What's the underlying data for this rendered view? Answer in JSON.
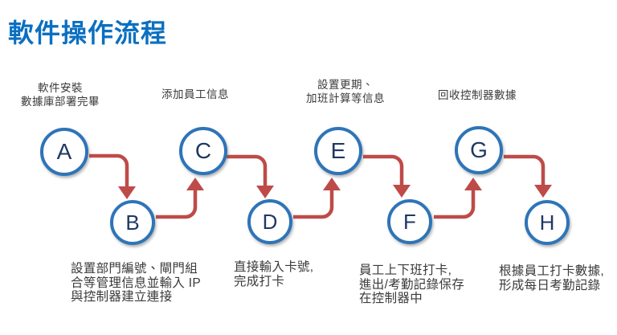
{
  "title": "軟件操作流程",
  "colors": {
    "title": "#0b6fc1",
    "circle_stroke": "#2e74b8",
    "circle_letter": "#1f3864",
    "arrow": "#be4b48",
    "label_text": "#3a3a3a",
    "background": "#ffffff"
  },
  "flow": {
    "steps": [
      {
        "letter": "A",
        "row": "top",
        "label_lines": [
          "軟件安裝",
          "數據庫部署完畢"
        ]
      },
      {
        "letter": "B",
        "row": "bottom",
        "label_lines": [
          "設置部門編號、閘門組",
          "合等管理信息並輸入 IP",
          "與控制器建立連接"
        ]
      },
      {
        "letter": "C",
        "row": "top",
        "label_lines": [
          "添加員工信息"
        ]
      },
      {
        "letter": "D",
        "row": "bottom",
        "label_lines": [
          "直接輸入卡號,",
          "完成打卡"
        ]
      },
      {
        "letter": "E",
        "row": "top",
        "label_lines": [
          "設置更期、",
          "加班計算等信息"
        ]
      },
      {
        "letter": "F",
        "row": "bottom",
        "label_lines": [
          "員工上下班打卡,",
          "進出/考勤記錄保存",
          "在控制器中"
        ]
      },
      {
        "letter": "G",
        "row": "top",
        "label_lines": [
          "回收控制器數據"
        ]
      },
      {
        "letter": "H",
        "row": "bottom",
        "label_lines": [
          "根據員工打卡數據,",
          "形成每日考勤記錄"
        ]
      }
    ],
    "connections": [
      "A→B",
      "B→C",
      "C→D",
      "D→E",
      "E→F",
      "F→G",
      "G→H"
    ]
  }
}
